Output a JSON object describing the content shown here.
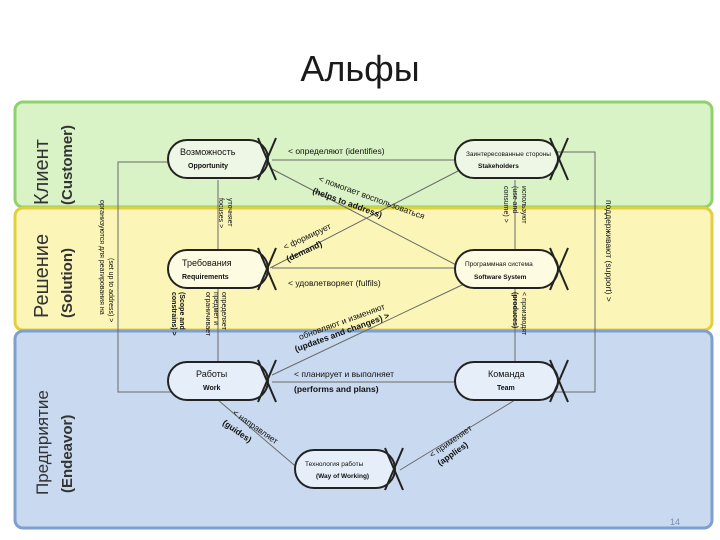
{
  "title": "Альфы",
  "bands": {
    "customer": {
      "ru": "Клиент",
      "en": "(Customer)"
    },
    "solution": {
      "ru": "Решение",
      "en": "(Solution)"
    },
    "endeavor": {
      "ru": "Предприятие",
      "en": "(Endeavor)"
    }
  },
  "colors": {
    "customer_fill": "#d9f2c6",
    "customer_stroke": "#8fd16a",
    "solution_fill": "#fbf6b8",
    "solution_stroke": "#e3cf3c",
    "endeavor_fill": "#c9d9ef",
    "endeavor_stroke": "#7f9fcf"
  },
  "nodes": {
    "opportunity": {
      "ru": "Возможность",
      "en": "Opportunity"
    },
    "stakeholders": {
      "ru": "Заинтересованные стороны",
      "en": "Stakeholders"
    },
    "requirements": {
      "ru": "Требования",
      "en": "Requirements"
    },
    "software_system": {
      "ru": "Программная система",
      "en": "Software System"
    },
    "work": {
      "ru": "Работы",
      "en": "Work"
    },
    "team": {
      "ru": "Команда",
      "en": "Team"
    },
    "way_of_working": {
      "ru": "Технология работы",
      "en": "(Way of Working)"
    }
  },
  "relations": {
    "identifies": "< определяют (identifies)",
    "helps_to_address_1": "< помогает воспользоваться",
    "helps_to_address_2": "(helps to address)",
    "focuses": "уточняет",
    "focuses_2": "focuses >",
    "use_and_consume_1": "используют",
    "use_and_consume_2": "(use and",
    "use_and_consume_3": "consume) >",
    "support": "поддерживают (support) >",
    "set_up_to_address_1": "организуются для реагирования на",
    "set_up_to_address_2": "(set up to address) >",
    "demand_1": "< формирует",
    "demand_2": "(demand)",
    "fulfils": "< удовлетворяет (fulfils)",
    "scope_1": "определяет",
    "scope_2": "предмет и",
    "scope_3": "ограничивает",
    "scope_4": "(Scope and",
    "scope_5": "constrains) >",
    "updates_changes_1": "обновляют и изменяют",
    "updates_changes_2": "(updates and changes) >",
    "produces_1": "< производят",
    "produces_2": "(produces)",
    "performs_plans_1": "< планирует и выполняет",
    "performs_plans_2": "(performs and plans)",
    "guides_1": "< направляет",
    "guides_2": "(guides)",
    "applies_1": "< применяет",
    "applies_2": "(applies)"
  },
  "page_number": "14"
}
